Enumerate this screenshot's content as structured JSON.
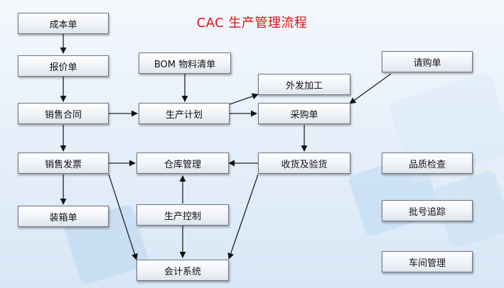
{
  "title": "CAC 生产管理流程",
  "nodes": {
    "cost_sheet": "成本单",
    "quote": "报价单",
    "sales_contract": "销售合同",
    "sales_invoice": "销售发票",
    "packing_list": "装箱单",
    "bom": "BOM  物料清单",
    "production_plan": "生产计划",
    "warehouse": "仓库管理",
    "production_control": "生产控制",
    "accounting": "会计系统",
    "outsourcing": "外发加工",
    "purchase_order": "采购单",
    "receiving": "收货及验货",
    "purchase_request": "请购单",
    "quality_check": "品质检查",
    "batch_tracking": "批号追踪",
    "workshop": "车间管理"
  }
}
